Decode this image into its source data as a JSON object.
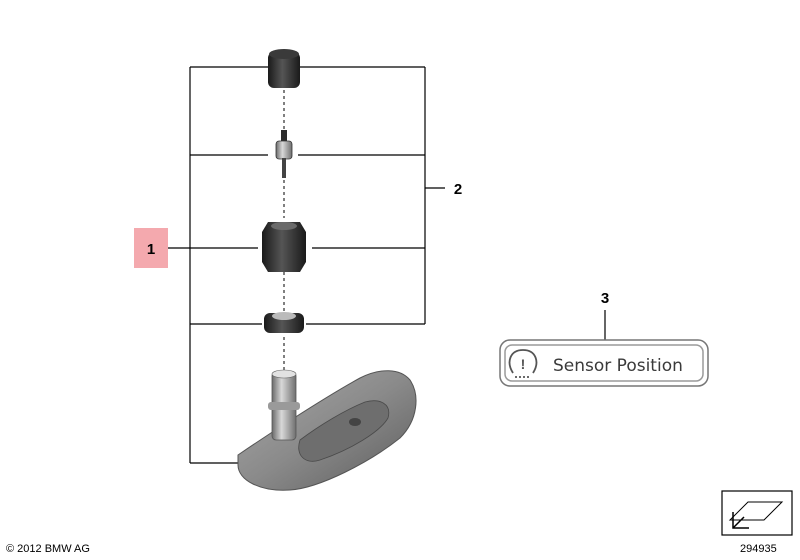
{
  "callouts": {
    "item1": "1",
    "item2": "2",
    "item3": "3"
  },
  "sticker": {
    "label": "Sensor Position",
    "icon_symbol": "!"
  },
  "footer": {
    "copyright": "© 2012 BMW AG",
    "image_number": "294935"
  },
  "colors": {
    "highlight": "#f4a9ae",
    "line": "#000000",
    "part_dark": "#2b2b2b",
    "part_body": "#8a8a8a"
  }
}
